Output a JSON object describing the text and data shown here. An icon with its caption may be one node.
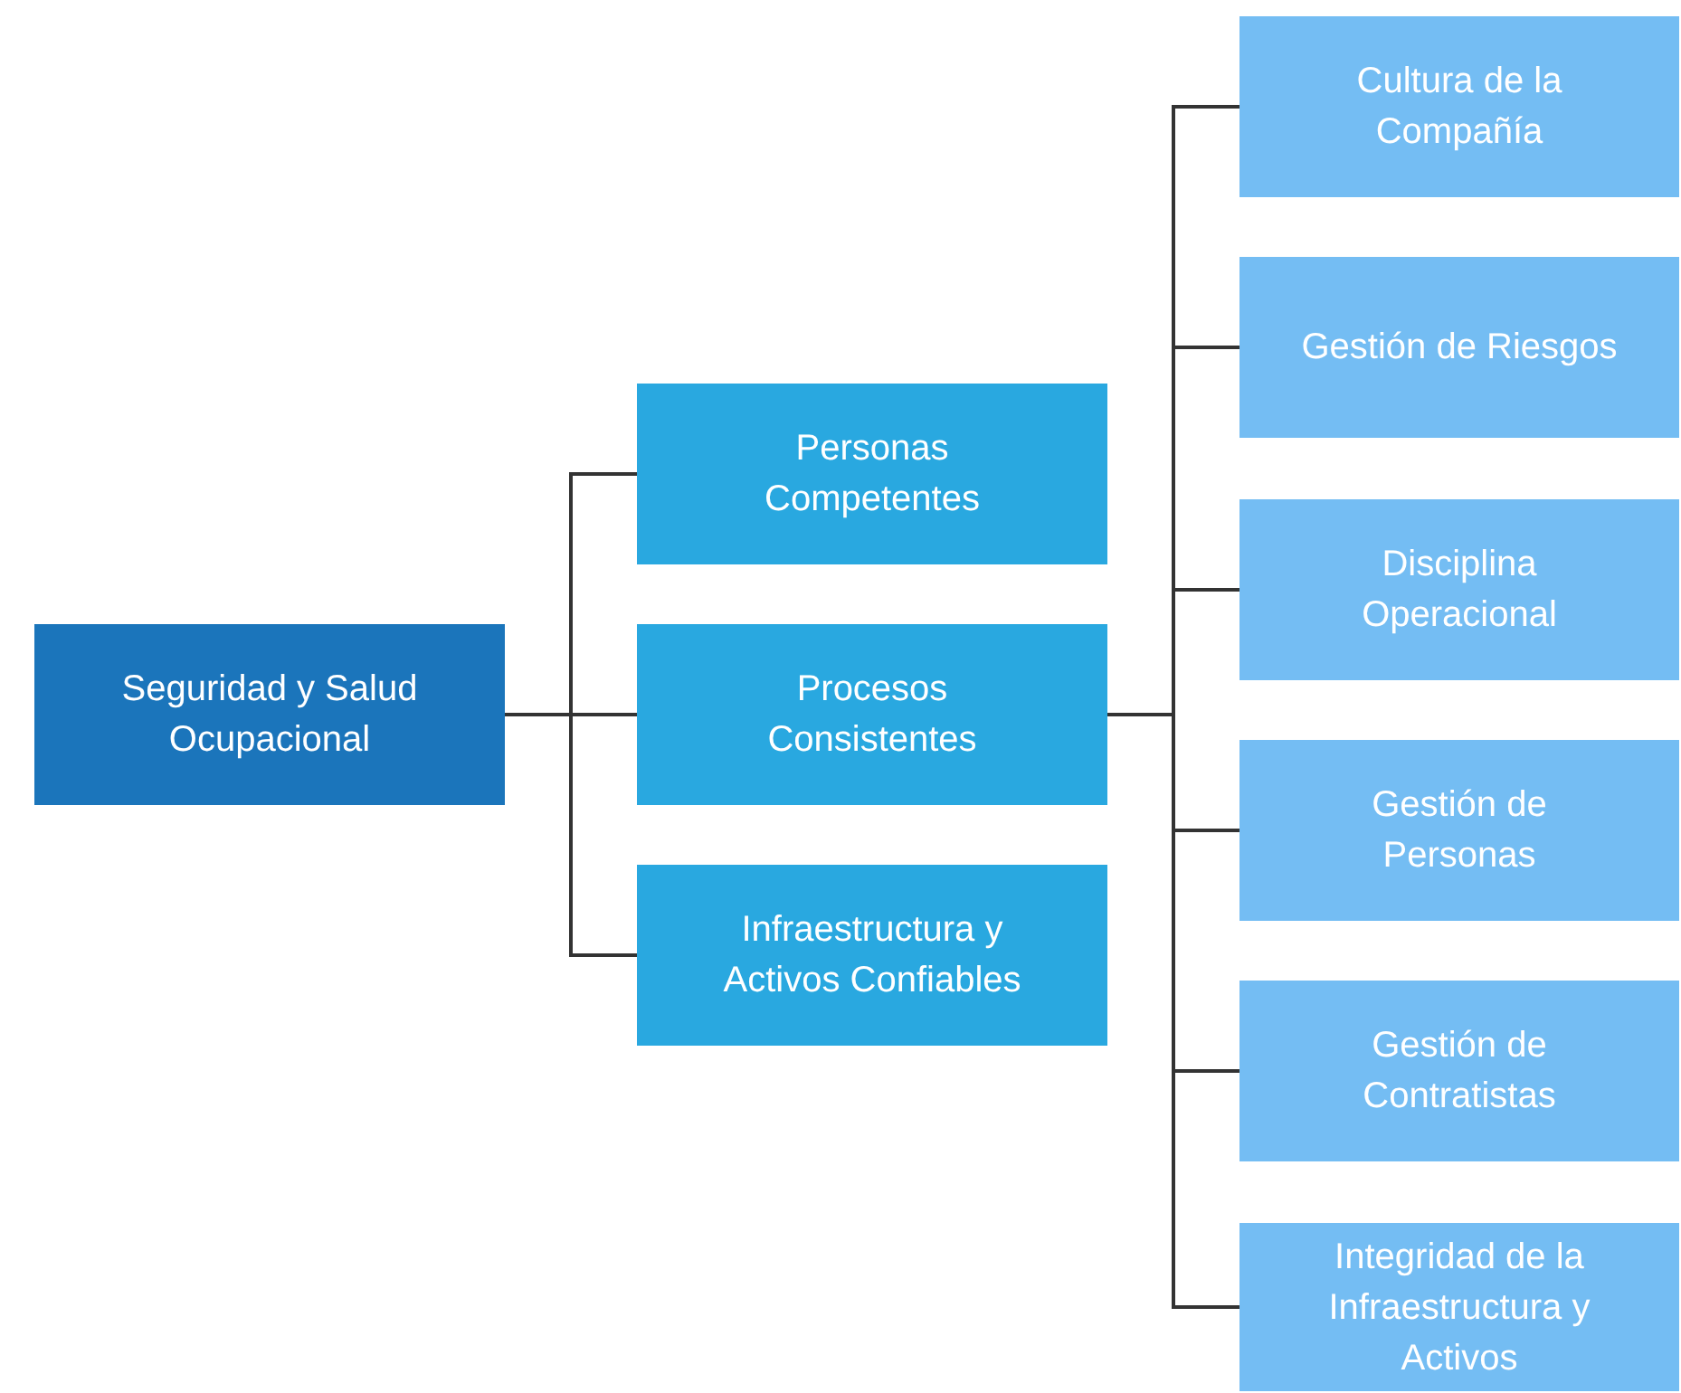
{
  "diagram": {
    "nodes": [
      {
        "text": [
          "Seguridad y Salud Ocupacional"
        ]
      },
      {
        "text": [
          "Personas Competentes"
        ]
      },
      {
        "text": [
          "Procesos Consistentes"
        ]
      },
      {
        "text": [
          "Infraestructura y Activos Confiables"
        ]
      },
      {
        "text": [
          "Cultura de la Compañía"
        ]
      },
      {
        "text": [
          "Gestión de Riesgos"
        ]
      },
      {
        "text": [
          "Disciplina Operacional"
        ]
      },
      {
        "text": [
          "Gestión de Personas"
        ]
      },
      {
        "text": [
          "Gestión de Contratistas"
        ]
      },
      {
        "text": [
          "Integridad de la Infraestructura y Activos"
        ]
      }
    ],
    "edges": [
      {
        "from": 0,
        "to": 1,
        "arrow": "none"
      },
      {
        "from": 0,
        "to": 2,
        "arrow": "none"
      },
      {
        "from": 0,
        "to": 3,
        "arrow": "none"
      },
      {
        "from": 2,
        "to": 4,
        "arrow": "none"
      },
      {
        "from": 2,
        "to": 5,
        "arrow": "none"
      },
      {
        "from": 2,
        "to": 6,
        "arrow": "none"
      },
      {
        "from": 2,
        "to": 7,
        "arrow": "none"
      },
      {
        "from": 2,
        "to": 8,
        "arrow": "none"
      },
      {
        "from": 2,
        "to": 9,
        "arrow": "none"
      }
    ]
  }
}
